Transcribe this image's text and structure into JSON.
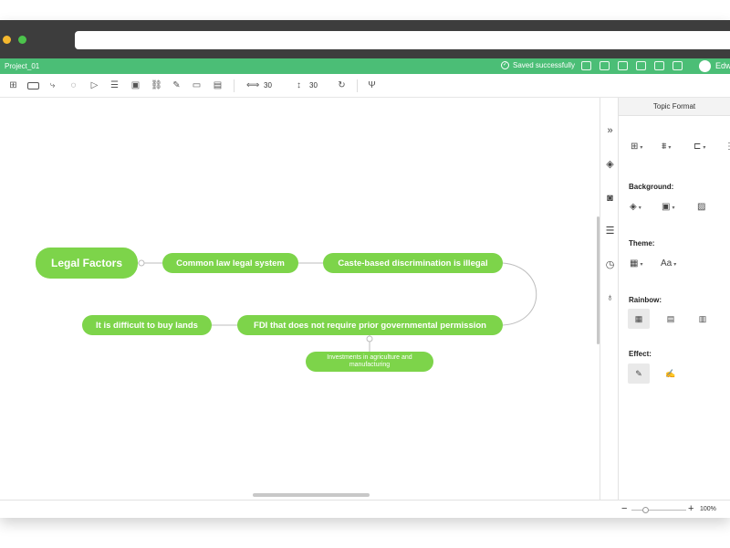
{
  "header": {
    "project_name": "Project_01",
    "save_status": "Saved successfully",
    "user_name": "Edw",
    "accent_color": "#4bbe76"
  },
  "toolbar": {
    "width_value": "30",
    "height_value": "30"
  },
  "mindmap": {
    "node_color": "#7dd44a",
    "central": "Legal Factors",
    "nodes": {
      "common_law": "Common law legal system",
      "caste": "Caste-based discrimination is illegal",
      "fdi": "FDI that does not require prior governmental permission",
      "lands": "It is difficult to buy lands",
      "investments": "Investments in agriculture and manufacturing"
    }
  },
  "panel": {
    "tab_title": "Topic Format",
    "background_label": "Background:",
    "theme_label": "Theme:",
    "theme_font": "Aa",
    "rainbow_label": "Rainbow:",
    "effect_label": "Effect:"
  },
  "status": {
    "zoom": "100%"
  }
}
